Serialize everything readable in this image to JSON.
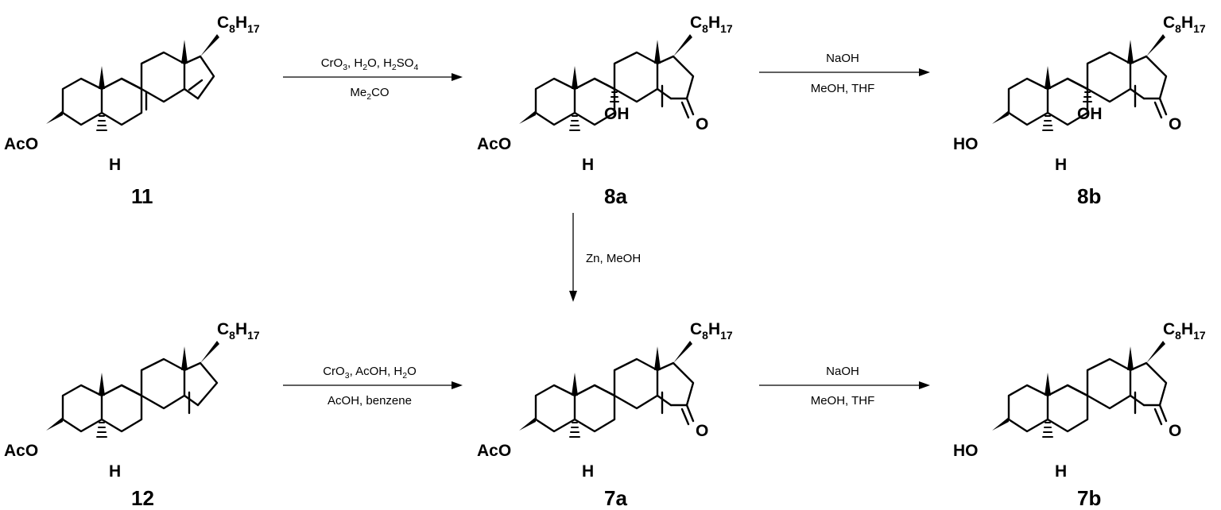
{
  "compounds": {
    "c11": {
      "id": "11",
      "acyl": "AcO",
      "side": {
        "base": "C",
        "n1": "8",
        "mid": "H",
        "n2": "17"
      },
      "h": "H"
    },
    "c8a": {
      "id": "8a",
      "acyl": "AcO",
      "oh": "OH",
      "ketone": "O",
      "side": {
        "base": "C",
        "n1": "8",
        "mid": "H",
        "n2": "17"
      },
      "h": "H"
    },
    "c8b": {
      "id": "8b",
      "acyl": "HO",
      "oh": "OH",
      "ketone": "O",
      "side": {
        "base": "C",
        "n1": "8",
        "mid": "H",
        "n2": "17"
      },
      "h": "H"
    },
    "c12": {
      "id": "12",
      "acyl": "AcO",
      "side": {
        "base": "C",
        "n1": "8",
        "mid": "H",
        "n2": "17"
      },
      "h": "H"
    },
    "c7a": {
      "id": "7a",
      "acyl": "AcO",
      "ketone": "O",
      "side": {
        "base": "C",
        "n1": "8",
        "mid": "H",
        "n2": "17"
      },
      "h": "H"
    },
    "c7b": {
      "id": "7b",
      "acyl": "HO",
      "ketone": "O",
      "side": {
        "base": "C",
        "n1": "8",
        "mid": "H",
        "n2": "17"
      },
      "h": "H"
    }
  },
  "arrows": {
    "a1": {
      "above": [
        {
          "t": "CrO"
        },
        {
          "t": "3",
          "sub": true
        },
        {
          "t": ", H"
        },
        {
          "t": "2",
          "sub": true
        },
        {
          "t": "O, H"
        },
        {
          "t": "2",
          "sub": true
        },
        {
          "t": "SO"
        },
        {
          "t": "4",
          "sub": true
        }
      ],
      "below": [
        {
          "t": "Me"
        },
        {
          "t": "2",
          "sub": true
        },
        {
          "t": "CO"
        }
      ]
    },
    "a2": {
      "above": [
        {
          "t": "NaOH"
        }
      ],
      "below": [
        {
          "t": "MeOH, THF"
        }
      ]
    },
    "a3": {
      "side": [
        {
          "t": "Zn, MeOH"
        }
      ]
    },
    "a4": {
      "above": [
        {
          "t": "CrO"
        },
        {
          "t": "3",
          "sub": true
        },
        {
          "t": ", AcOH, H"
        },
        {
          "t": "2",
          "sub": true
        },
        {
          "t": "O"
        }
      ],
      "below": [
        {
          "t": "AcOH, benzene"
        }
      ]
    },
    "a5": {
      "above": [
        {
          "t": "NaOH"
        }
      ],
      "below": [
        {
          "t": "MeOH, THF"
        }
      ]
    }
  }
}
